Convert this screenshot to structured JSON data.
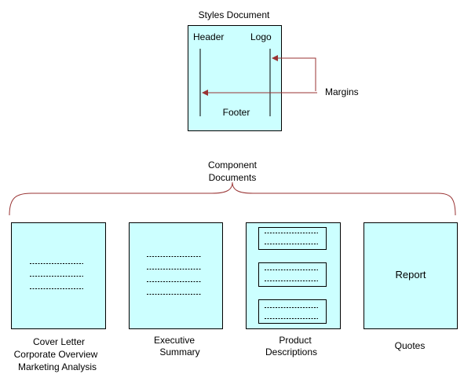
{
  "styles_document": {
    "title": "Styles Document",
    "header": "Header",
    "logo": "Logo",
    "footer": "Footer",
    "margins": "Margins"
  },
  "component_documents": {
    "title_line1": "Component",
    "title_line2": "Documents",
    "cover_letter": {
      "caption_line1": "Cover Letter",
      "caption_line2": "Corporate Overview",
      "caption_line3": "Marketing Analysis"
    },
    "executive_summary": {
      "caption_line1": "Executive",
      "caption_line2": "Summary"
    },
    "product_descriptions": {
      "caption_line1": "Product",
      "caption_line2": "Descriptions"
    },
    "quotes": {
      "label": "Report",
      "caption": "Quotes"
    }
  },
  "colors": {
    "box_fill": "#ccffff",
    "arrow": "#993333",
    "stroke": "#000000"
  }
}
